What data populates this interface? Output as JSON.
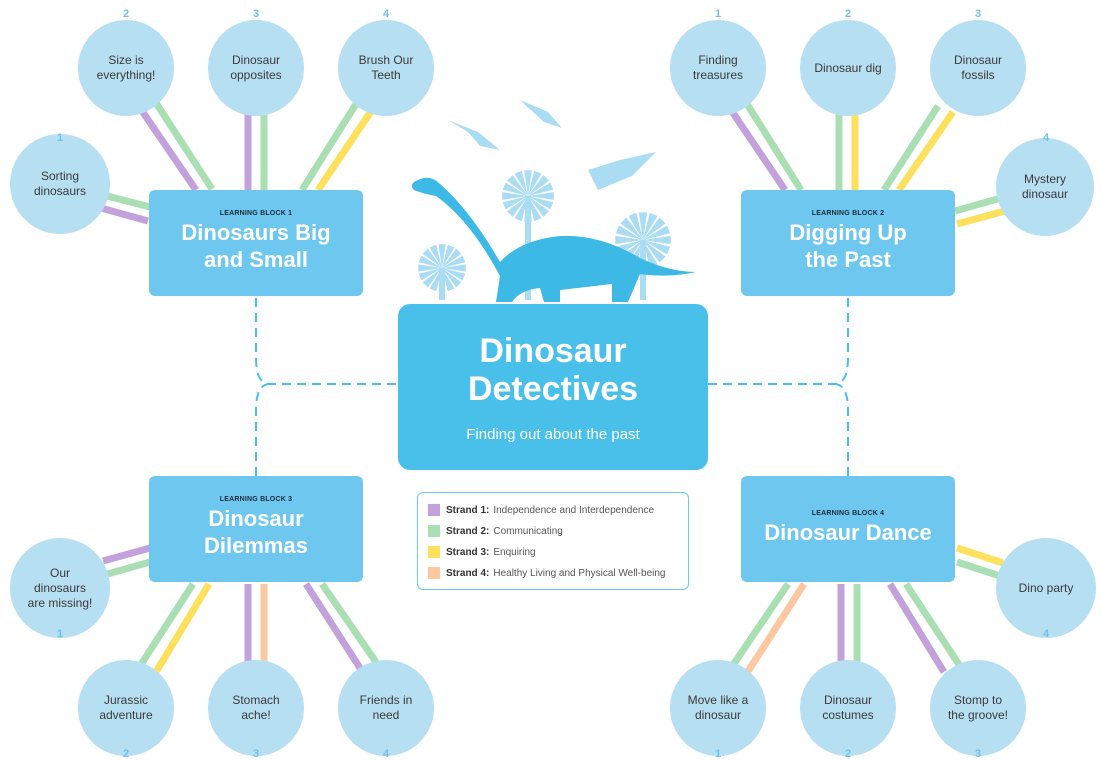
{
  "colors": {
    "purple": "#c3a2dc",
    "green": "#a9dfb3",
    "yellow": "#fde05c",
    "orange": "#fbc8a2",
    "circle": "#b7dff2",
    "block": "#6ec7ee",
    "center": "#49c0ea",
    "dash": "#49c0ea",
    "dino": "#3db9e6",
    "plant": "#aadcf3"
  },
  "center": {
    "title": "Dinosaur\nDetectives",
    "subtitle": "Finding out about the past"
  },
  "blocks": [
    {
      "label": "LEARNING BLOCK 1",
      "title": "Dinosaurs Big\nand Small"
    },
    {
      "label": "LEARNING BLOCK 2",
      "title": "Digging Up\nthe Past"
    },
    {
      "label": "LEARNING BLOCK 3",
      "title": "Dinosaur\nDilemmas"
    },
    {
      "label": "LEARNING BLOCK 4",
      "title": "Dinosaur Dance"
    }
  ],
  "activities": [
    {
      "num": "1",
      "label": "Sorting\ndinosaurs"
    },
    {
      "num": "2",
      "label": "Size is\neverything!"
    },
    {
      "num": "3",
      "label": "Dinosaur\nopposites"
    },
    {
      "num": "4",
      "label": "Brush Our\nTeeth"
    },
    {
      "num": "1",
      "label": "Finding\ntreasures"
    },
    {
      "num": "2",
      "label": "Dinosaur dig"
    },
    {
      "num": "3",
      "label": "Dinosaur\nfossils"
    },
    {
      "num": "4",
      "label": "Mystery\ndinosaur"
    },
    {
      "num": "1",
      "label": "Our\ndinosaurs\nare missing!"
    },
    {
      "num": "2",
      "label": "Jurassic\nadventure"
    },
    {
      "num": "3",
      "label": "Stomach\nache!"
    },
    {
      "num": "4",
      "label": "Friends in\nneed"
    },
    {
      "num": "1",
      "label": "Move like a\ndinosaur"
    },
    {
      "num": "2",
      "label": "Dinosaur\ncostumes"
    },
    {
      "num": "3",
      "label": "Stomp to\nthe groove!"
    },
    {
      "num": "4",
      "label": "Dino party"
    }
  ],
  "legend": [
    {
      "strand": "Strand 1:",
      "text": "Independence and Interdependence"
    },
    {
      "strand": "Strand 2:",
      "text": "Communicating"
    },
    {
      "strand": "Strand 3:",
      "text": "Enquiring"
    },
    {
      "strand": "Strand 4:",
      "text": "Healthy Living and Physical Well-being"
    }
  ]
}
